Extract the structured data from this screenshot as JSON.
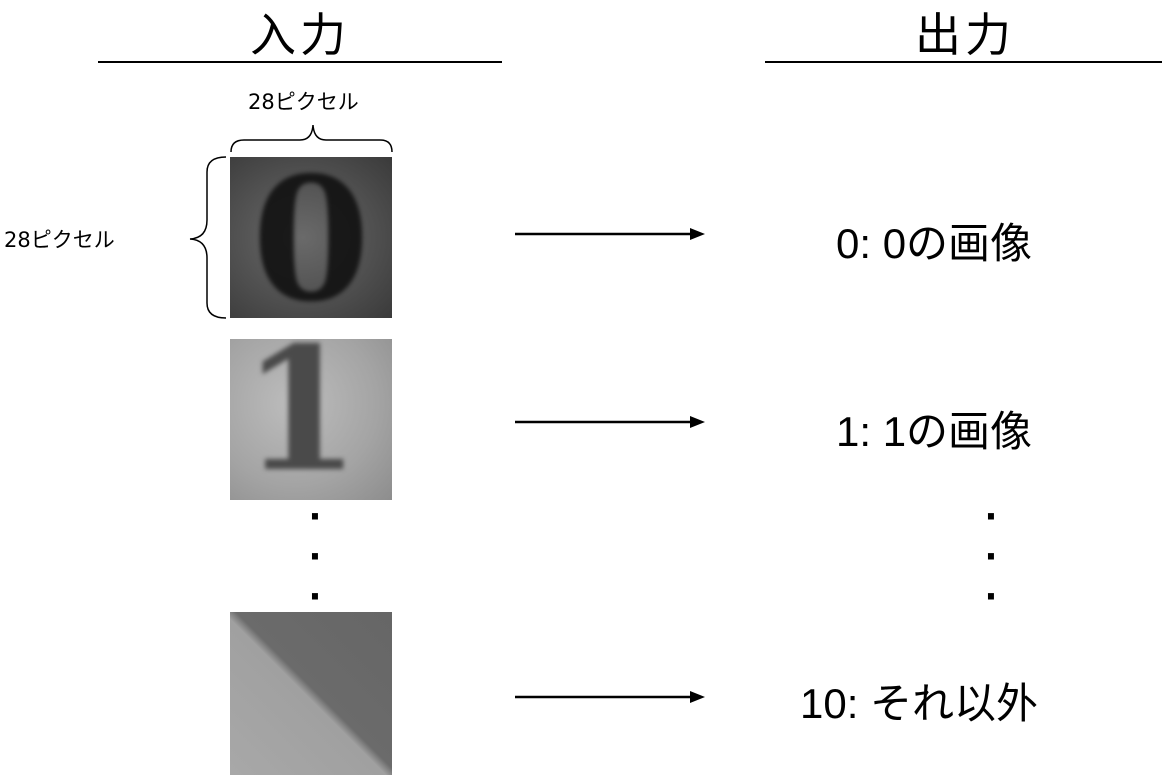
{
  "headers": {
    "input": "入力",
    "output": "出力"
  },
  "dimensions": {
    "width_label": "28ピクセル",
    "height_label": "28ピクセル"
  },
  "samples": [
    {
      "image_digit": "0",
      "output_label": "0: 0の画像"
    },
    {
      "image_digit": "1",
      "output_label": "1: 1の画像"
    },
    {
      "image_digit": "",
      "output_label": "10: それ以外"
    }
  ],
  "ellipsis": {
    "input_dots": [
      "·",
      "·",
      "·"
    ],
    "output_dots": [
      "·",
      "·",
      "·"
    ]
  }
}
